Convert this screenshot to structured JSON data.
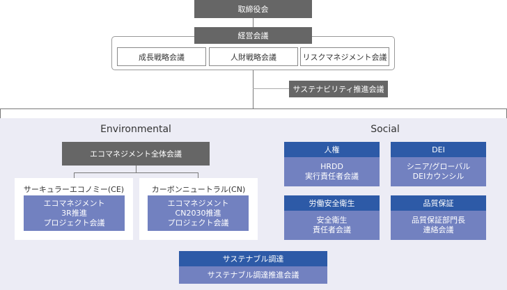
{
  "top": {
    "board": "取締役会",
    "management": "経営会議",
    "committees": [
      "成長戦略会議",
      "人財戦略会議",
      "リスクマネジメント会議"
    ],
    "sustainability": "サステナビリティ推進会議"
  },
  "environmental": {
    "title": "Environmental",
    "main": "エコマネジメント全体会議",
    "ce": {
      "title": "サーキュラーエコノミー(CE)",
      "lines": [
        "エコマネジメント",
        "3R推進",
        "プロジェクト会議"
      ]
    },
    "cn": {
      "title": "カーボンニュートラル(CN)",
      "lines": [
        "エコマネジメント",
        "CN2030推進",
        "プロジェクト会議"
      ]
    }
  },
  "social": {
    "title": "Social",
    "items": [
      {
        "header": "人権",
        "lines": [
          "HRDD",
          "実行責任者会議"
        ]
      },
      {
        "header": "DEI",
        "lines": [
          "シニア/グローバル",
          "DEIカウンシル"
        ]
      },
      {
        "header": "労働安全衛生",
        "lines": [
          "安全衛生",
          "責任者会議"
        ]
      },
      {
        "header": "品質保証",
        "lines": [
          "品質保証部門長",
          "連絡会議"
        ]
      }
    ]
  },
  "procurement": {
    "header": "サステナブル調達",
    "body": "サステナブル調達推進会議"
  }
}
